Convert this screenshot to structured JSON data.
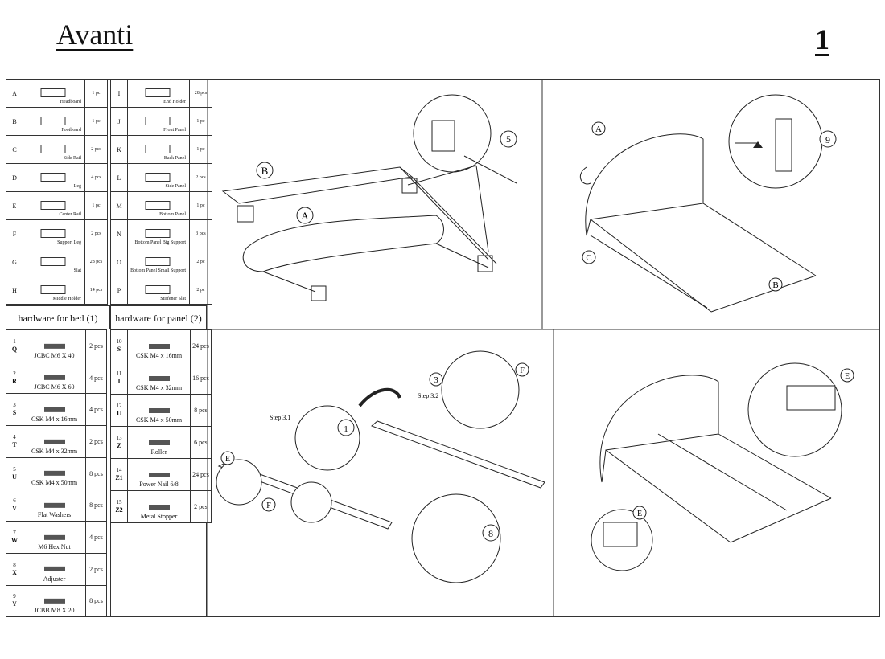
{
  "header": {
    "title": "Avanti",
    "page_number": "1"
  },
  "parts_left": [
    {
      "letter": "A",
      "name": "Headboard",
      "qty": "1 pc"
    },
    {
      "letter": "B",
      "name": "Footboard",
      "qty": "1 pc"
    },
    {
      "letter": "C",
      "name": "Side Rail",
      "qty": "2 pcs"
    },
    {
      "letter": "D",
      "name": "Leg",
      "qty": "4 pcs"
    },
    {
      "letter": "E",
      "name": "Center Rail",
      "qty": "1 pc"
    },
    {
      "letter": "F",
      "name": "Support Leg",
      "qty": "2 pcs"
    },
    {
      "letter": "G",
      "name": "Slat",
      "qty": "28 pcs"
    },
    {
      "letter": "H",
      "name": "Middle Holder",
      "qty": "14 pcs"
    }
  ],
  "parts_right": [
    {
      "letter": "I",
      "name": "End Holder",
      "qty": "28 pcs"
    },
    {
      "letter": "J",
      "name": "Front Panel",
      "qty": "1 pc"
    },
    {
      "letter": "K",
      "name": "Back Panel",
      "qty": "1 pc"
    },
    {
      "letter": "L",
      "name": "Side Panel",
      "qty": "2 pcs"
    },
    {
      "letter": "M",
      "name": "Bottom Panel",
      "qty": "1 pc"
    },
    {
      "letter": "N",
      "name": "Bottom Panel Big Support",
      "qty": "3 pcs"
    },
    {
      "letter": "O",
      "name": "Bottom Panel Small Support",
      "qty": "2 pc"
    },
    {
      "letter": "P",
      "name": "Stiffener Slat",
      "qty": "2 pc"
    }
  ],
  "hardware_bed_label": "hardware for bed (1)",
  "hardware_panel_label": "hardware for panel (2)",
  "hardware_bed": [
    {
      "num": "1",
      "code": "Q",
      "name": "JCBC M6 X 40",
      "qty": "2 pcs"
    },
    {
      "num": "2",
      "code": "R",
      "name": "JCBC M6 X 60",
      "qty": "4 pcs"
    },
    {
      "num": "3",
      "code": "S",
      "name": "CSK M4 x 16mm",
      "qty": "4 pcs"
    },
    {
      "num": "4",
      "code": "T",
      "name": "CSK M4 x 32mm",
      "qty": "2 pcs"
    },
    {
      "num": "5",
      "code": "U",
      "name": "CSK M4 x 50mm",
      "qty": "8 pcs"
    },
    {
      "num": "6",
      "code": "V",
      "name": "Flat Washers",
      "qty": "8 pcs"
    },
    {
      "num": "7",
      "code": "W",
      "name": "M6 Hex Nut",
      "qty": "4 pcs"
    },
    {
      "num": "8",
      "code": "X",
      "name": "Adjuster",
      "qty": "2 pcs"
    },
    {
      "num": "9",
      "code": "Y",
      "name": "JCBB M8 X 20",
      "qty": "8 pcs"
    }
  ],
  "hardware_panel": [
    {
      "num": "10",
      "code": "S",
      "name": "CSK M4 x 16mm",
      "qty": "24 pcs"
    },
    {
      "num": "11",
      "code": "T",
      "name": "CSK M4 x 32mm",
      "qty": "16 pcs"
    },
    {
      "num": "12",
      "code": "U",
      "name": "CSK M4 x 50mm",
      "qty": "8 pcs"
    },
    {
      "num": "13",
      "code": "Z",
      "name": "Roller",
      "qty": "6 pcs"
    },
    {
      "num": "14",
      "code": "Z1",
      "name": "Power Nail 6/8",
      "qty": "24 pcs"
    },
    {
      "num": "15",
      "code": "Z2",
      "name": "Metal Stopper",
      "qty": "2 pcs"
    }
  ],
  "diagram_labels": {
    "p1": {
      "b": "B",
      "a": "A",
      "n5": "5"
    },
    "p2": {
      "a": "A",
      "c": "C",
      "b": "B",
      "n9": "9"
    },
    "p3": {
      "e": "E",
      "f1": "F",
      "f2": "F",
      "n1": "1",
      "n3": "3",
      "n8": "8",
      "step31": "Step 3.1",
      "step32": "Step 3.2"
    },
    "p4": {
      "e1": "E",
      "e2": "E"
    }
  }
}
